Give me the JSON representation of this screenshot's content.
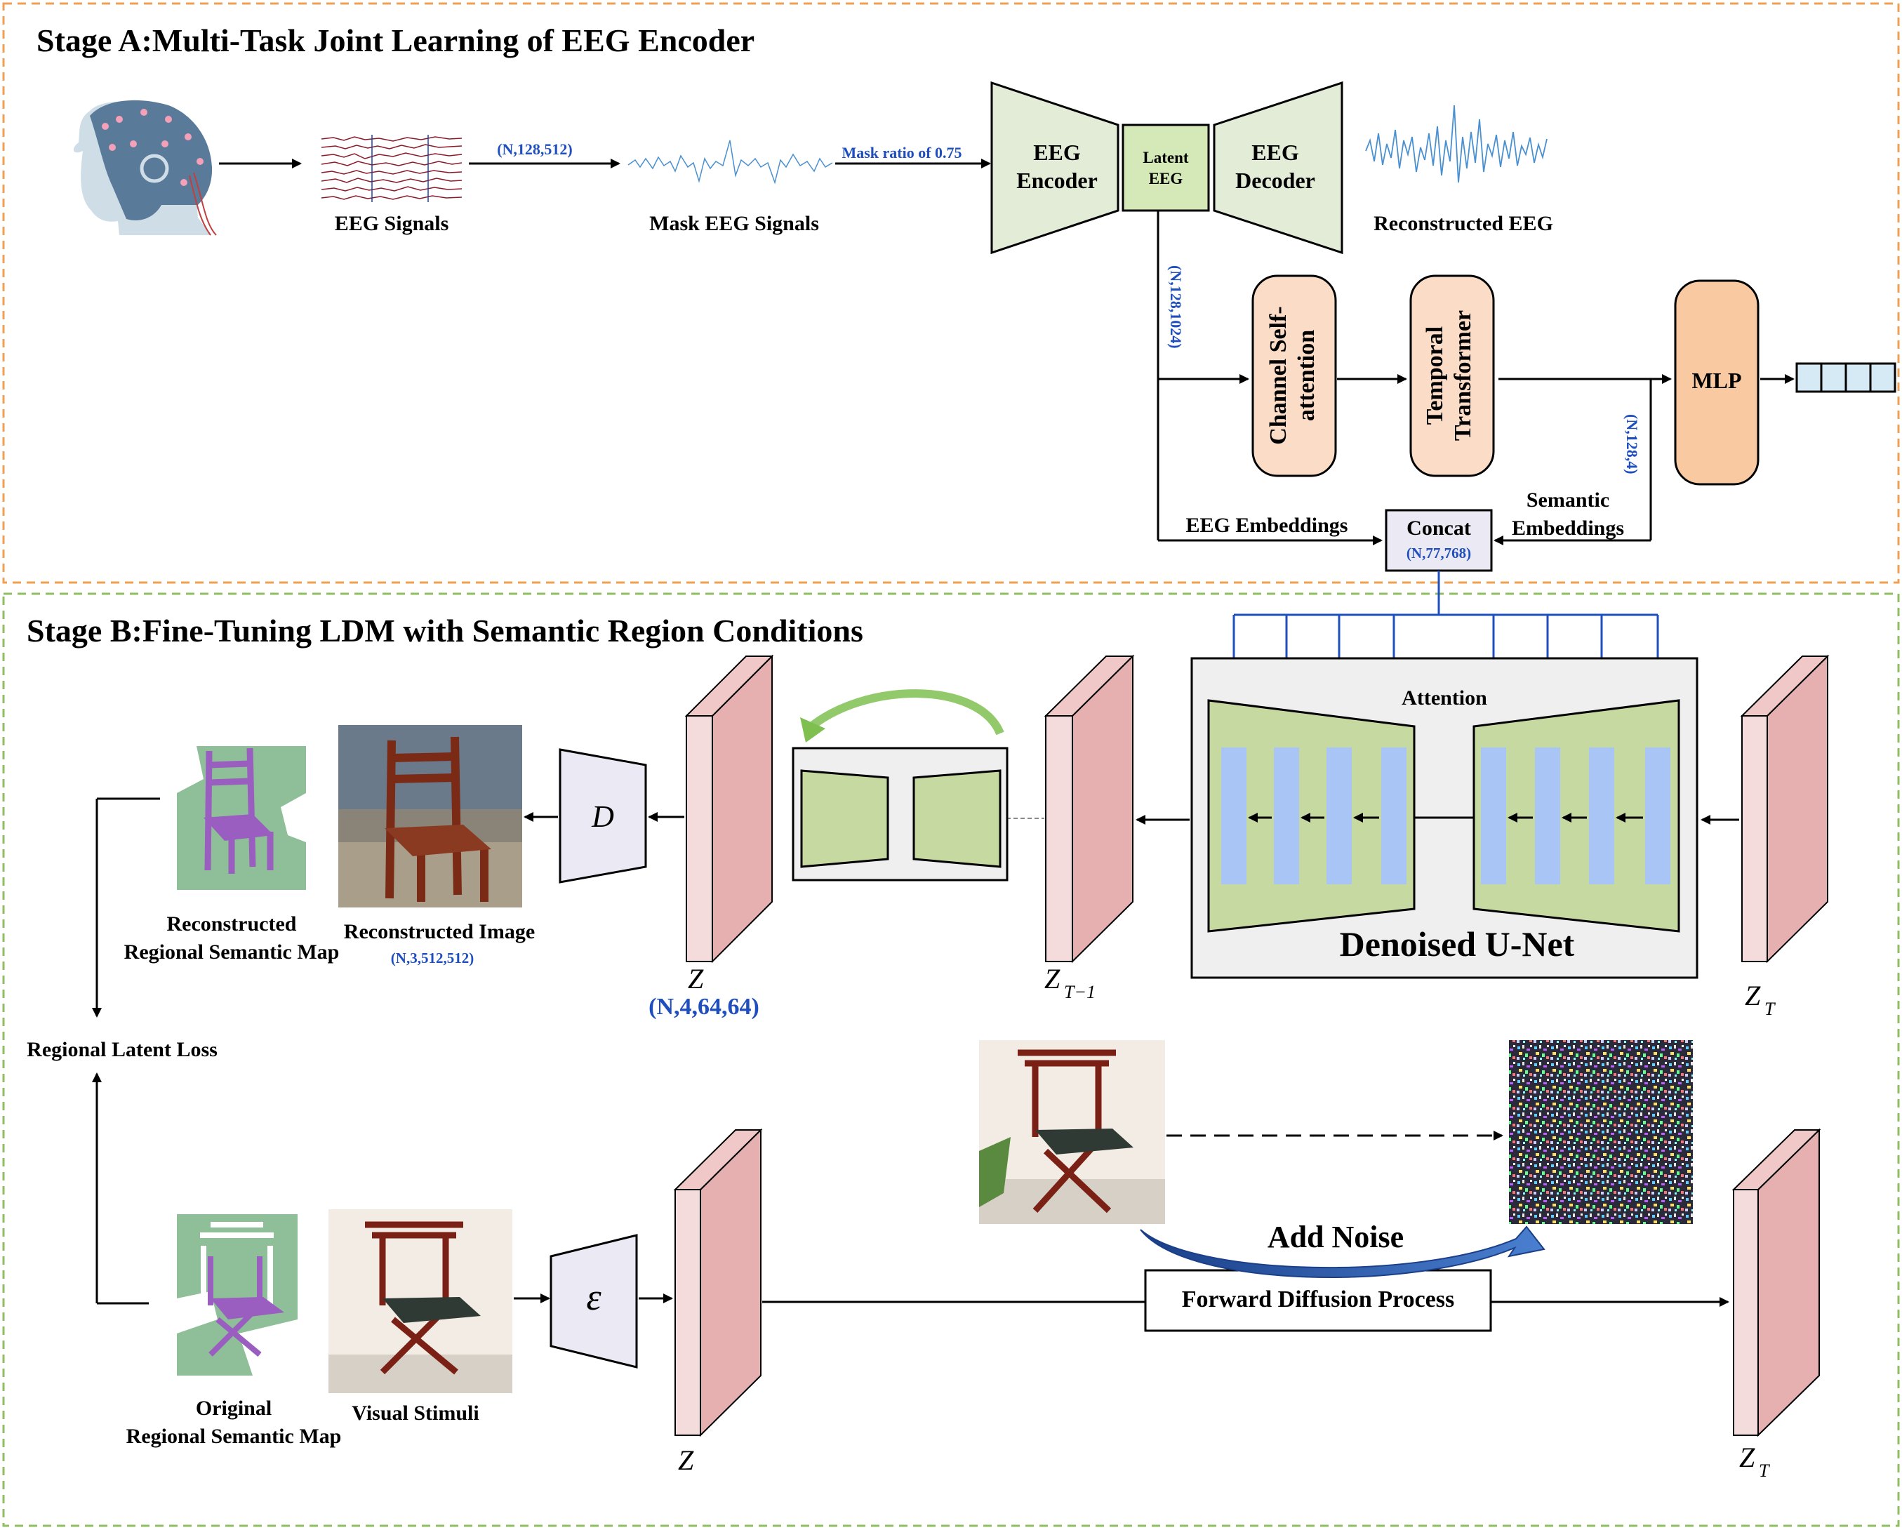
{
  "stage_a": {
    "title": "Stage A:Multi-Task Joint Learning of EEG Encoder",
    "eeg_signals": "EEG Signals",
    "shape_1": "(N,128,512)",
    "mask_eeg_signals": "Mask EEG Signals",
    "mask_ratio": "Mask ratio of 0.75",
    "encoder": [
      "EEG",
      "Encoder"
    ],
    "latent": [
      "Latent",
      "EEG"
    ],
    "decoder": [
      "EEG",
      "Decoder"
    ],
    "reconstructed_eeg": "Reconstructed EEG",
    "shape_2": "(N,128,1024)",
    "channel_attention": [
      "Channel Self-",
      "attention"
    ],
    "temporal_transformer": [
      "Temporal",
      "Transformer"
    ],
    "mlp": "MLP",
    "shape_3": "(N,128,4)",
    "semantic_embeddings": [
      "Semantic",
      "Embeddings"
    ],
    "eeg_embeddings": "EEG Embeddings",
    "concat": "Concat",
    "concat_shape": "(N,77,768)"
  },
  "stage_b": {
    "title": "Stage B:Fine-Tuning LDM with Semantic Region Conditions",
    "attention": "Attention",
    "unet": "Denoised U-Net",
    "decoder_symbol": "D",
    "encoder_symbol": "ε",
    "z": "Z",
    "z_shape": "(N,4,64,64)",
    "z_t_minus_1": "Z",
    "z_t_minus_1_sub": "T−1",
    "z_t": "Z",
    "z_t_sub": "T",
    "reconstructed_map": [
      "Reconstructed",
      "Regional Semantic Map"
    ],
    "reconstructed_image": "Reconstructed Image",
    "image_shape": "(N,3,512,512)",
    "regional_loss": "Regional Latent Loss",
    "original_map": [
      "Original",
      "Regional Semantic Map"
    ],
    "visual_stimuli": "Visual Stimuli",
    "add_noise": "Add Noise",
    "forward_diffusion": "Forward Diffusion Process"
  },
  "colors": {
    "stage_a_border": "#f0a050",
    "stage_b_border": "#8fbf60",
    "encoder_fill": "#e3ecd6",
    "peach_fill": "#fbdcc6",
    "peach_stroke": "#d08a50",
    "mlp_fill": "#f9c9a2",
    "latent_fill": "#d5e8b8",
    "unet_green": "#c5d9a0",
    "unet_bar": "#a9c5f5",
    "latent_cube": "#e6b0b0",
    "latent_cube_front": "#f5dcdc",
    "blue_text": "#1f4fbf",
    "cross_attn": "#1f4fbf"
  }
}
